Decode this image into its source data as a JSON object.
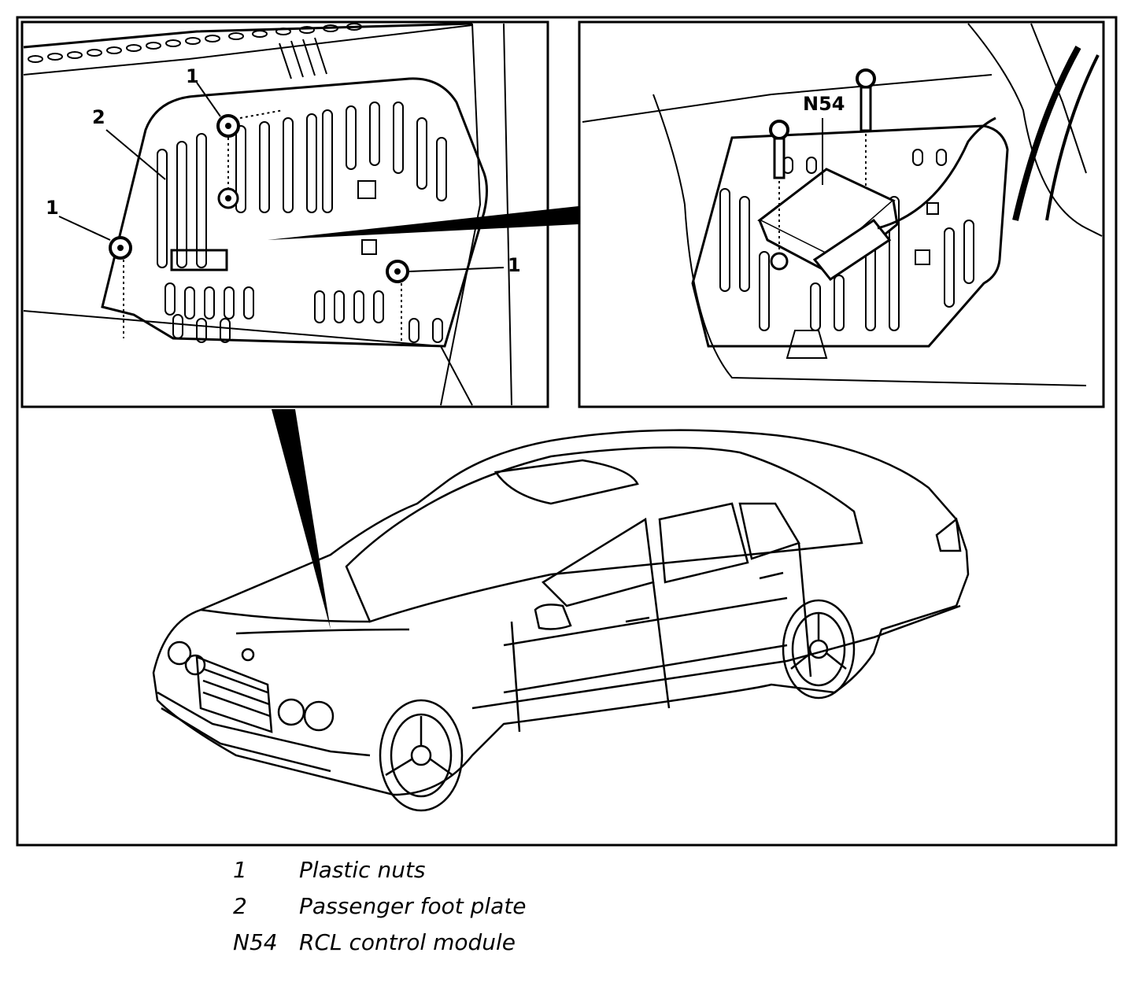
{
  "callouts": {
    "nut_top": "1",
    "plate": "2",
    "nut_left": "1",
    "nut_right": "1",
    "module": "N54"
  },
  "legend": [
    {
      "key": "1",
      "text": "Plastic nuts"
    },
    {
      "key": "2",
      "text": "Passenger foot plate"
    },
    {
      "key": "N54",
      "text": "RCL control module"
    }
  ]
}
